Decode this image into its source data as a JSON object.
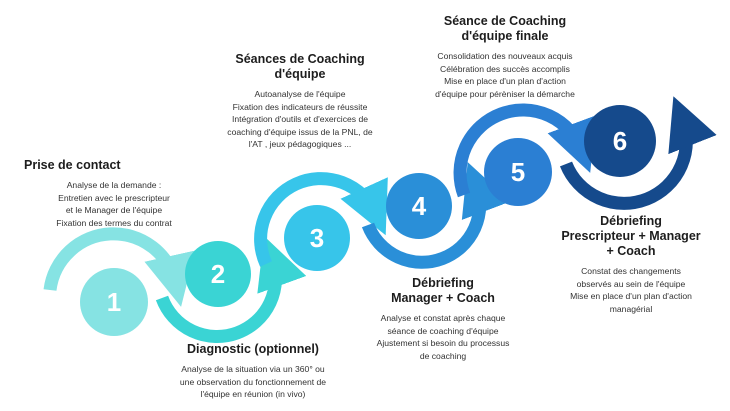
{
  "colors": {
    "step1": "#86e3e3",
    "step2": "#3ad4d4",
    "step3": "#37c5ea",
    "step4": "#2a8fd8",
    "step5": "#2b7fd3",
    "step6": "#154a8c"
  },
  "steps": [
    {
      "number": "1",
      "title": "Prise de contact",
      "lines": "Analyse de la demande :\nEntretien avec le prescripteur\net le Manager de l'équipe\nFixation des termes du contrat"
    },
    {
      "number": "2",
      "title": "Diagnostic (optionnel)",
      "lines": "Analyse de la situation via un 360° ou\nune observation du fonctionnement de\nl'équipe en réunion (in vivo)"
    },
    {
      "number": "3",
      "title": "Séances de Coaching\nd'équipe",
      "lines": "Autoanalyse de l'équipe\nFixation des indicateurs de réussite\nIntégration d'outils et d'exercices de\ncoaching d'équipe issus de la PNL, de\nl'AT , jeux pédagogiques ..."
    },
    {
      "number": "4",
      "title": "Débriefing\nManager + Coach",
      "lines": "Analyse et constat après chaque\nséance de coaching d'équipe\nAjustement si besoin du processus\nde coaching"
    },
    {
      "number": "5",
      "title": "Séance de Coaching\nd'équipe finale",
      "lines": "Consolidation des nouveaux acquis\nCélébration des succès accomplis\nMise en place d'un plan d'action\nd'équipe pour pérèniser la démarche"
    },
    {
      "number": "6",
      "title": "Débriefing\nPrescripteur + Manager\n+ Coach",
      "lines": "Constat des changements\nobservés au sein de l'équipe\nMise en place d'un plan d'action\nmanagérial"
    }
  ]
}
